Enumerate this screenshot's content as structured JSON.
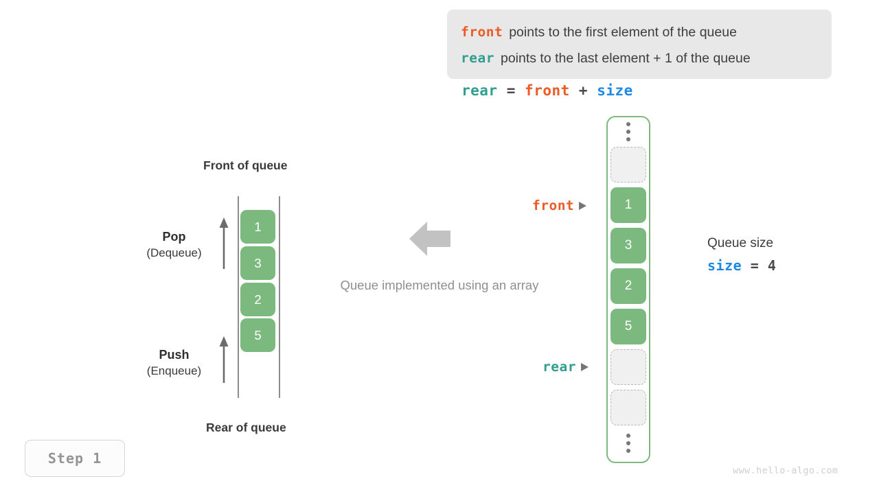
{
  "legend": {
    "lines": [
      {
        "term": "front",
        "term_color": "#ec5b26",
        "text": "points to the first element of the queue"
      },
      {
        "term": "rear",
        "term_color": "#2f9e8f",
        "text": "points to the last element + 1 of the queue"
      }
    ]
  },
  "equation": {
    "lhs": "rear",
    "op1": "=",
    "rhs1": "front",
    "op2": "+",
    "rhs2": "size"
  },
  "left_queue": {
    "top_label": "Front of queue",
    "bottom_label": "Rear of queue",
    "cells": [
      "1",
      "3",
      "2",
      "5"
    ],
    "pop": {
      "title": "Pop",
      "subtitle": "(Dequeue)"
    },
    "push": {
      "title": "Push",
      "subtitle": "(Enqueue)"
    }
  },
  "center": {
    "caption": "Queue implemented using an array",
    "arrow_direction": "left"
  },
  "array": {
    "slots": [
      {
        "kind": "ellipsis"
      },
      {
        "kind": "empty",
        "value": ""
      },
      {
        "kind": "filled",
        "value": "1"
      },
      {
        "kind": "filled",
        "value": "3"
      },
      {
        "kind": "filled",
        "value": "2"
      },
      {
        "kind": "filled",
        "value": "5"
      },
      {
        "kind": "empty",
        "value": ""
      },
      {
        "kind": "empty",
        "value": ""
      },
      {
        "kind": "ellipsis"
      }
    ],
    "pointers": {
      "front": "front",
      "rear": "rear"
    }
  },
  "size_info": {
    "title": "Queue size",
    "var": "size",
    "op": "=",
    "value": "4"
  },
  "step_badge": "Step 1",
  "watermark": "www.hello-algo.com",
  "colors": {
    "green": "#7cb97f",
    "front": "#ec5b26",
    "rear": "#2f9e8f",
    "size": "#1e88e5",
    "gray": "#8f8f8f"
  }
}
